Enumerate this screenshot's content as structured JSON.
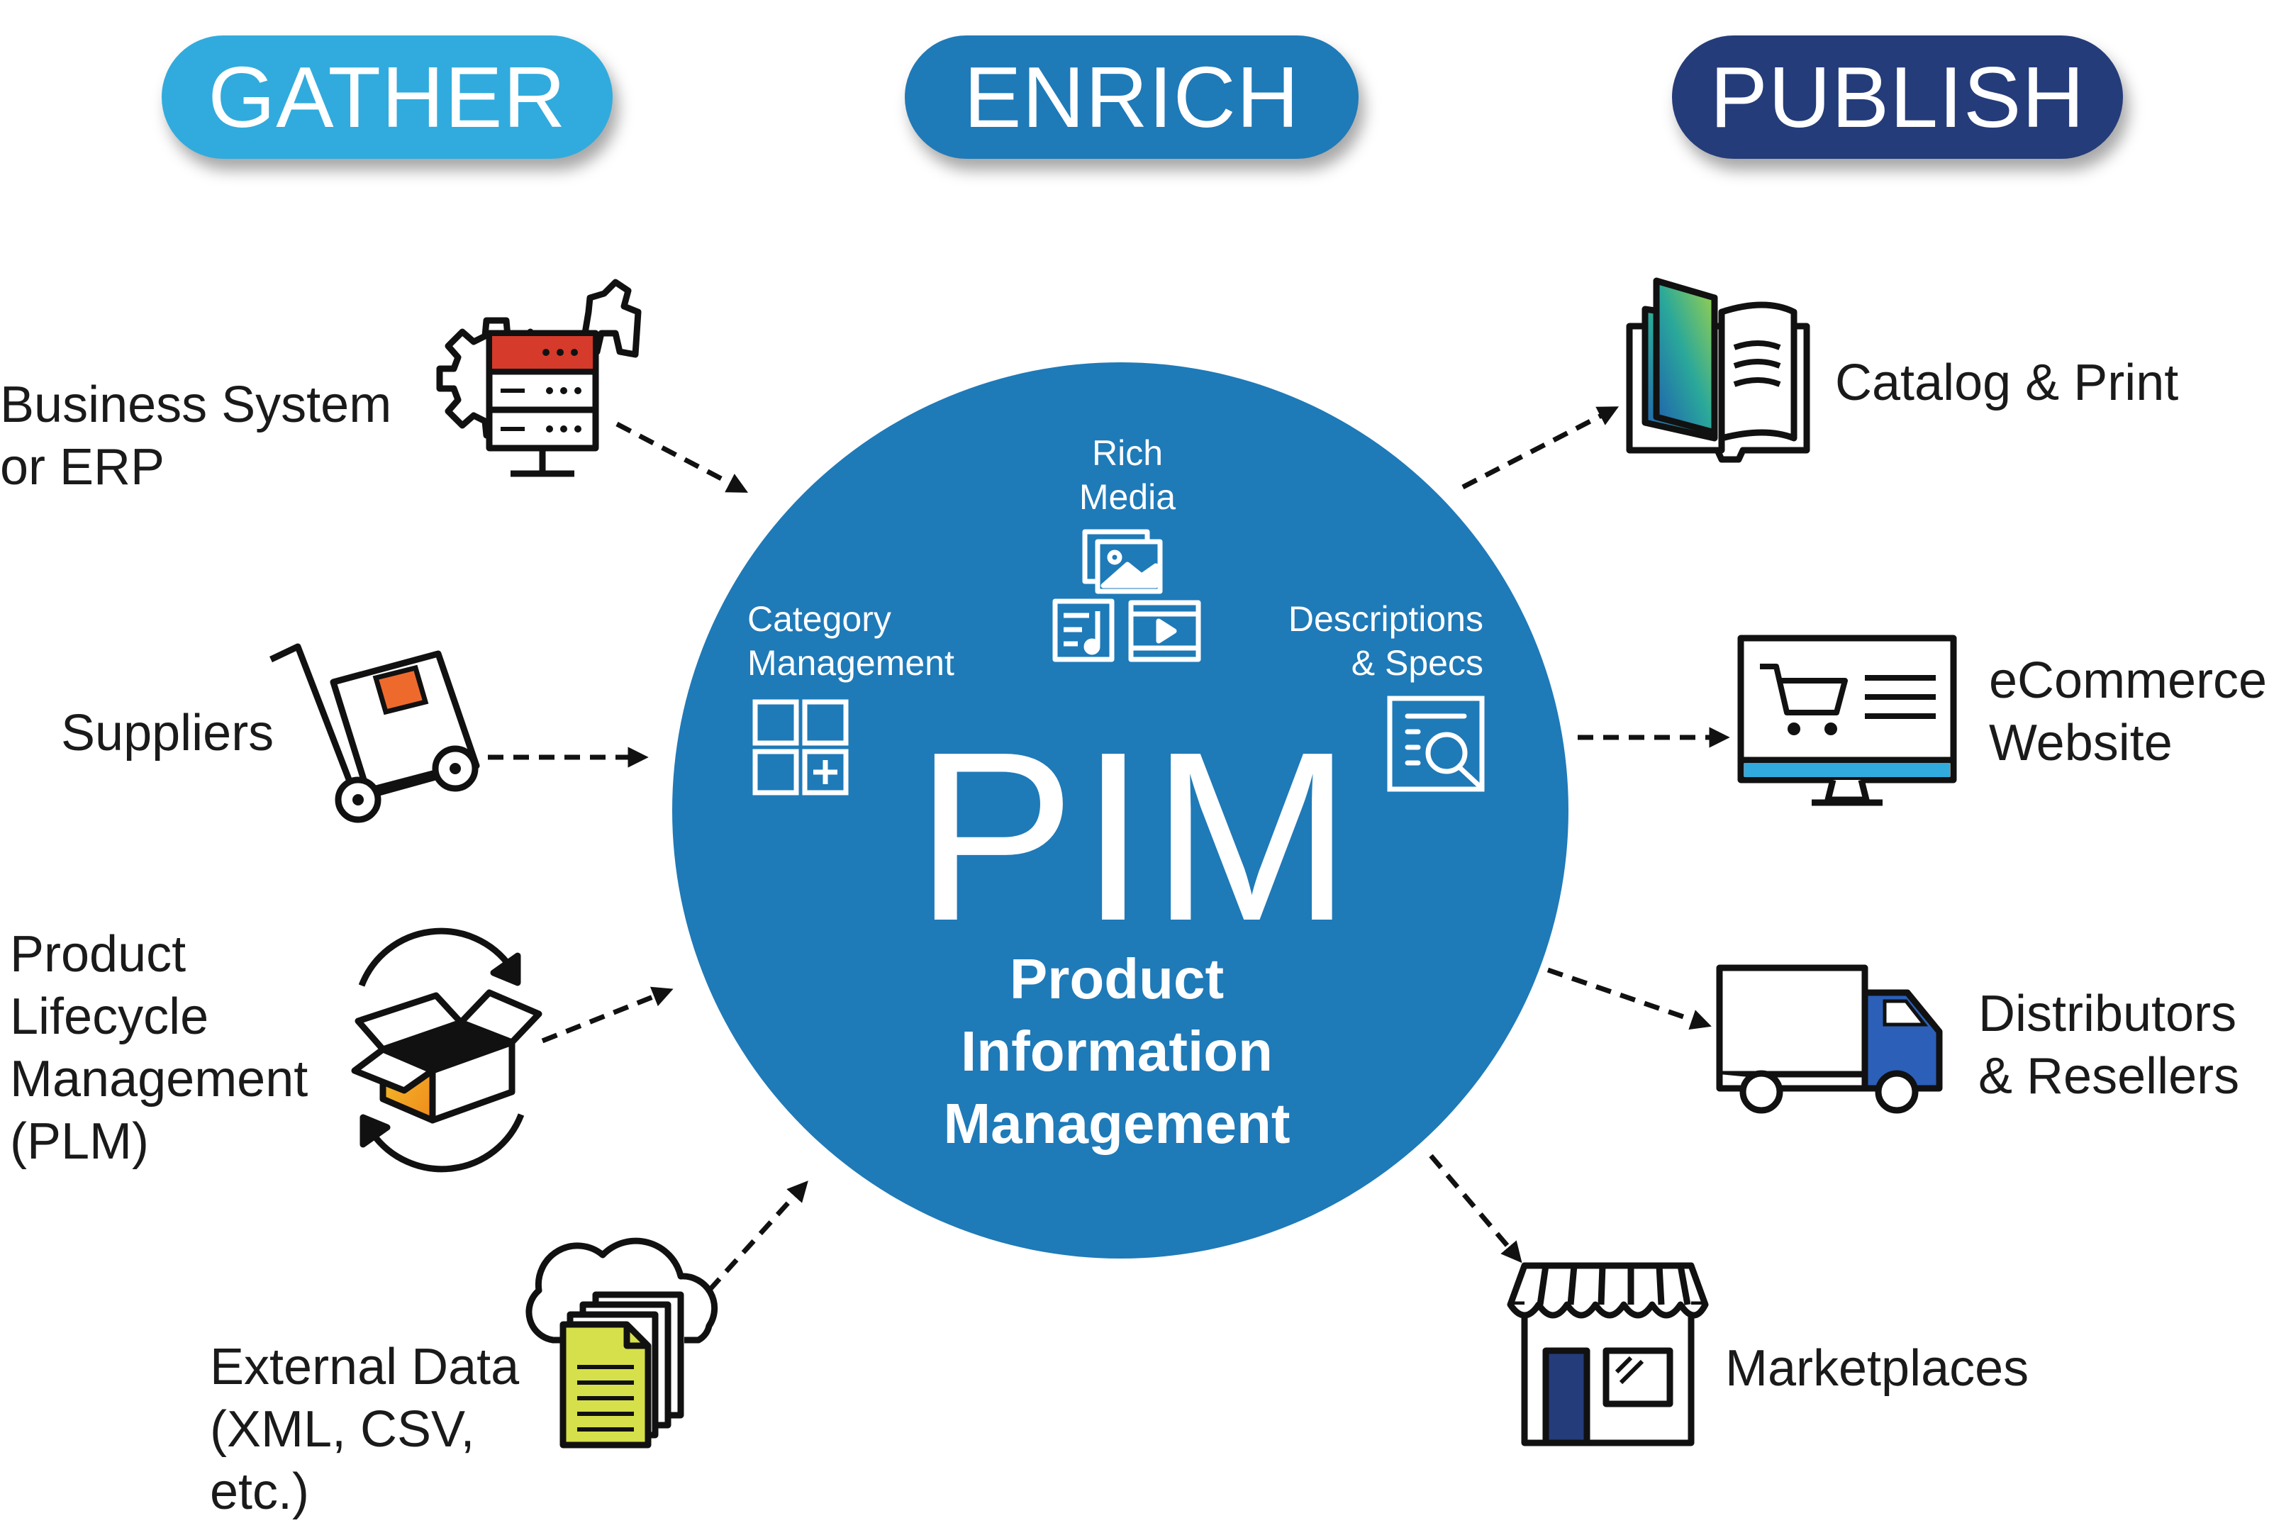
{
  "stages": {
    "gather": "GATHER",
    "enrich": "ENRICH",
    "publish": "PUBLISH"
  },
  "center": {
    "acronym": "PIM",
    "full_name": [
      "Product",
      "Information",
      "Management"
    ],
    "features": {
      "rich_media": [
        "Rich",
        "Media"
      ],
      "category": [
        "Category",
        "Management"
      ],
      "descriptions": [
        "Descriptions",
        "& Specs"
      ]
    }
  },
  "sources": {
    "erp": [
      "Business System",
      "or ERP"
    ],
    "suppliers": [
      "Suppliers"
    ],
    "plm": [
      "Product",
      "Lifecycle",
      "Management",
      "(PLM)"
    ],
    "external": [
      "External Data",
      "(XML, CSV,",
      "etc.)"
    ]
  },
  "outputs": {
    "catalog": [
      "Catalog & Print"
    ],
    "ecommerce": [
      "eCommerce",
      "Website"
    ],
    "distributors": [
      "Distributors",
      "& Resellers"
    ],
    "marketplaces": [
      "Marketplaces"
    ]
  },
  "colors": {
    "gather": "#31abdd",
    "enrich": "#1f7ab8",
    "publish": "#253c7a",
    "circle": "#1f7ab8",
    "server_red": "#d63a2a",
    "box_orange": "#ee6a2c",
    "doc_yellow": "#d6e04a",
    "truck_blue": "#2b5fb8"
  },
  "icons": [
    "server-gear-icon",
    "hand-truck-icon",
    "box-cycle-icon",
    "cloud-documents-icon",
    "open-book-icon",
    "ecommerce-monitor-icon",
    "delivery-truck-icon",
    "storefront-icon",
    "media-gallery-icon",
    "category-grid-icon",
    "document-search-icon"
  ]
}
